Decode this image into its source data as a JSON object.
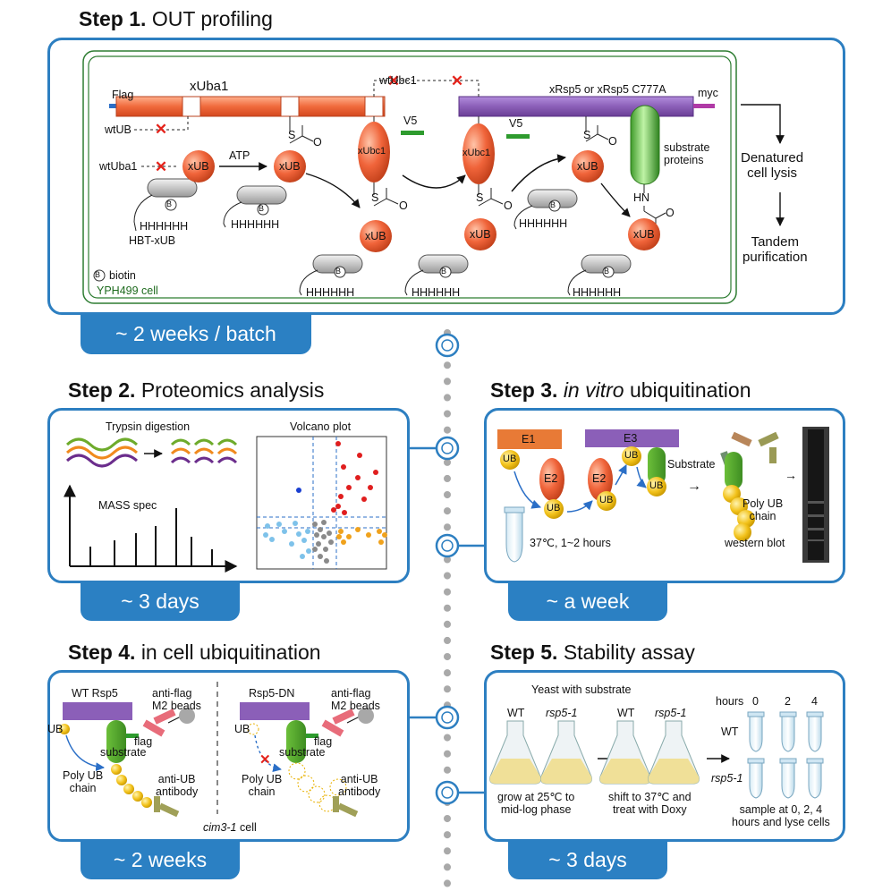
{
  "steps": {
    "s1": {
      "num": "Step 1.",
      "title": "OUT profiling",
      "duration": "~ 2 weeks  / batch"
    },
    "s2": {
      "num": "Step 2.",
      "title": "Proteomics analysis",
      "duration": "~ 3 days"
    },
    "s3": {
      "num": "Step 3.",
      "title": "in vitro",
      "title_rest": "ubiquitination",
      "duration": "~ a week"
    },
    "s4": {
      "num": "Step 4.",
      "title": "in cell ubiquitination",
      "duration": "~ 2 weeks"
    },
    "s5": {
      "num": "Step 5.",
      "title": "Stability assay",
      "duration": "~ 3 days"
    }
  },
  "panel1": {
    "flag": "Flag",
    "xuba1": "xUba1",
    "wtub": "wtUB",
    "wtuba1": "wtUba1",
    "atp": "ATP",
    "xub": "xUB",
    "hbt_xub": "HBT-xUB",
    "hhh": "HHHHHH",
    "b": "B",
    "biotin": "biotin",
    "cell": "YPH499 cell",
    "s": "S",
    "o": "O",
    "hn": "HN",
    "wtubc1": "wtUbc1",
    "xubc1": "xUbc1",
    "v5": "V5",
    "xrsp5": "xRsp5 or xRsp5 C777A",
    "myc": "myc",
    "substrate_proteins": "substrate\nproteins",
    "denatured": "Denatured\ncell lysis",
    "tandem": "Tandem\npurification"
  },
  "panel2": {
    "trypsin": "Trypsin digestion",
    "mass": "MASS spec",
    "volcano": "Volcano plot"
  },
  "panel3": {
    "e1": "E1",
    "e2": "E2",
    "e3": "E3",
    "ub": "UB",
    "substrate": "Substrate",
    "conditions": "37℃, 1~2 hours",
    "polyub": "Poly UB\nchain",
    "western": "western  blot"
  },
  "panel4": {
    "wt_rsp5": "WT Rsp5",
    "rsp5_dn": "Rsp5-DN",
    "ub": "UB",
    "anti_flag": "anti-flag\nM2 beads",
    "flag": "flag",
    "substrate": "substrate",
    "polyub": "Poly UB\nchain",
    "anti_ub": "anti-UB\nantibody",
    "cim3": "cim3-1",
    "cell": " cell"
  },
  "panel5": {
    "yeast": "Yeast with substrate",
    "wt": "WT",
    "rsp5_1": "rsp5-1",
    "grow": "grow at 25℃ to\nmid-log phase",
    "shift": "shift to 37℃ and\ntreat with Doxy",
    "hours": "hours",
    "h0": "0",
    "h2": "2",
    "h4": "4",
    "sample": "sample at 0, 2, 4\nhours and lyse cells"
  },
  "colors": {
    "panel_border": "#2d7fc1",
    "badge": "#2b80c3",
    "rsp5_bar": "#8b5fb8",
    "uba1_bar": "#f06a3c",
    "ub_ball": "#e8582a",
    "ub_yellow": "#f2c21b",
    "cell_border": "#2e7d32"
  }
}
